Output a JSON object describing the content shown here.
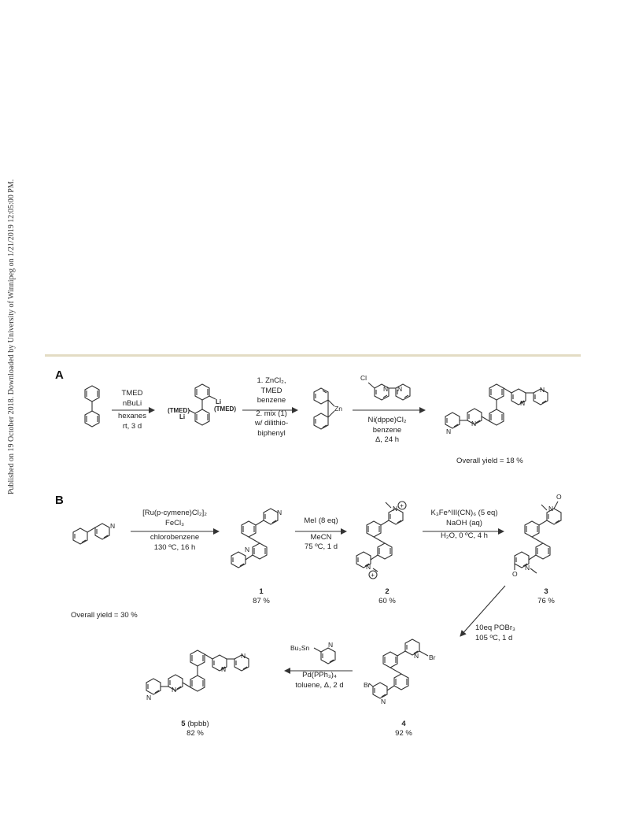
{
  "side_note": "Published on 19 October 2018. Downloaded by University of Winnipeg on 1/21/2019 12:05:00 PM.",
  "panel_a": {
    "label": "A",
    "step1": [
      "TMED",
      "nBuLi",
      "hexanes",
      "rt, 3 d"
    ],
    "dilithio_labels": {
      "tmed": "(TMED)",
      "li": "Li"
    },
    "step2": [
      "1. ZnCl₂,",
      "TMED",
      "benzene",
      "2. mix (1)",
      "w/ dilithio-",
      "biphenyl"
    ],
    "zinc_label": "Zn",
    "reagent_atoms": {
      "cl": "Cl",
      "n": "N"
    },
    "step3": [
      "Ni(dppe)Cl₂",
      "benzene",
      "Δ, 24 h"
    ],
    "overall_yield": "Overall yield = 18 %"
  },
  "panel_b": {
    "label": "B",
    "step1": [
      "[Ru(p-cymene)Cl₂]₂",
      "FeCl₃",
      "chlorobenzene",
      "130 ºC, 16 h"
    ],
    "step2": [
      "MeI (8 eq)",
      "MeCN",
      "75 ºC, 1 d"
    ],
    "step3": [
      "K₃Fe^III(CN)₆ (5 eq)",
      "NaOH (aq)",
      "H₂O, 0 ºC, 4 h"
    ],
    "step4": [
      "10eq POBr₃",
      "105 ºC, 1 d"
    ],
    "step5_reagent": "Bu₃Sn",
    "step5": [
      "Pd(PPh₃)₄",
      "toluene, Δ, 2 d"
    ],
    "atom_labels": {
      "n": "N",
      "o": "O",
      "br": "Br",
      "plus": "+"
    },
    "compounds": [
      {
        "num": "1",
        "yield": "87 %"
      },
      {
        "num": "2",
        "yield": "60 %"
      },
      {
        "num": "3",
        "yield": "76 %"
      },
      {
        "num": "4",
        "yield": "92 %"
      },
      {
        "num": "5",
        "name": "(bpbb)",
        "yield": "82 %"
      }
    ],
    "overall_yield": "Overall yield = 30 %"
  }
}
